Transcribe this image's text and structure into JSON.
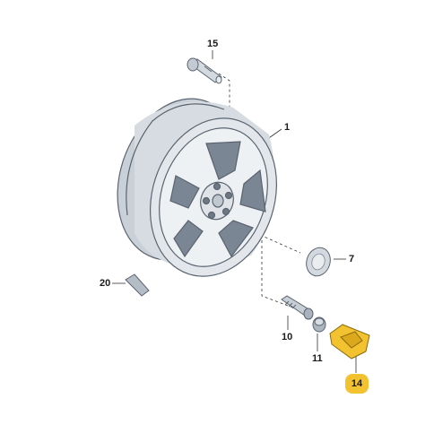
{
  "callouts": {
    "c15": "15",
    "c1": "1",
    "c7": "7",
    "c20": "20",
    "c10": "10",
    "c11": "11",
    "c14": "14"
  },
  "colors": {
    "wheel_fill": "#e1e5ea",
    "wheel_shade": "#b8bfc8",
    "outline": "#5a6470",
    "highlight_part": "#f2c230",
    "leader_line": "#333333"
  }
}
